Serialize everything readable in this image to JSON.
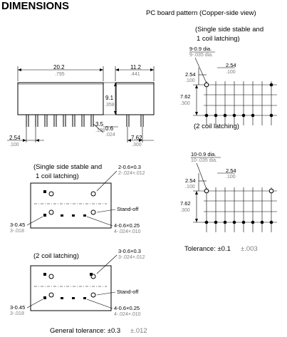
{
  "header": {
    "title": "DIMENSIONS",
    "pcb_title": "PC board pattern (Copper-side view)"
  },
  "top_pcb": {
    "caption_1": "(Single side stable and",
    "caption_2": "1 coil latching)",
    "holes_mm": "9-0.9 dia.",
    "holes_in": "9-.035 dia.",
    "pitch_h_mm": "2.54",
    "pitch_h_in": ".100",
    "pitch_v_mm": "2.54",
    "pitch_v_in": ".100",
    "row_gap_mm": "7.62",
    "row_gap_in": ".300"
  },
  "side_view": {
    "length_mm": "20.2",
    "length_in": ".795",
    "height_mm": "9.1",
    "height_in": ".358",
    "pin_len_mm": "3.5",
    "pin_len_in": ".138",
    "pin_w_mm": "0.6",
    "pin_w_in": ".024",
    "pitch_mm": "2.54",
    "pitch_in": ".100"
  },
  "end_view": {
    "width_mm": "11.2",
    "width_in": ".441",
    "row_mm": "7.62",
    "row_in": ".300"
  },
  "bottom_pcb": {
    "caption": "(2 coil latching)",
    "holes_mm": "10-0.9 dia.",
    "holes_in": "10-.035 dia.",
    "pitch_h_mm": "2.54",
    "pitch_h_in": ".100",
    "pitch_v_mm": "2.54",
    "pitch_v_in": ".100",
    "row_gap_mm": "7.62",
    "row_gap_in": ".300"
  },
  "bottom_view_1": {
    "caption_1": "(Single side stable and",
    "caption_2": "1 coil latching)",
    "standoff_top_mm": "2-0.6×0.3",
    "standoff_top_in": "2-.024×.012",
    "standoff": "Stand-off",
    "standoff_left_mm": "3-0.45",
    "standoff_left_in": "3-.018",
    "pins_mm": "4-0.6×0.25",
    "pins_in": "4-.024×.010"
  },
  "bottom_view_2": {
    "caption": "(2  coil latching)",
    "standoff_top_mm": "3-0.6×0.3",
    "standoff_top_in": "3-.024×.012",
    "standoff": "Stand-off",
    "standoff_left_mm": "3-0.45",
    "standoff_left_in": "3-.018",
    "pins_mm": "4-0.6×0.25",
    "pins_in": "4-.024×.010"
  },
  "tolerance": {
    "label": "Tolerance: ±0.1",
    "inch": "±.003"
  },
  "general_tolerance": {
    "label": "General tolerance: ±0.3",
    "inch": "±.012"
  }
}
